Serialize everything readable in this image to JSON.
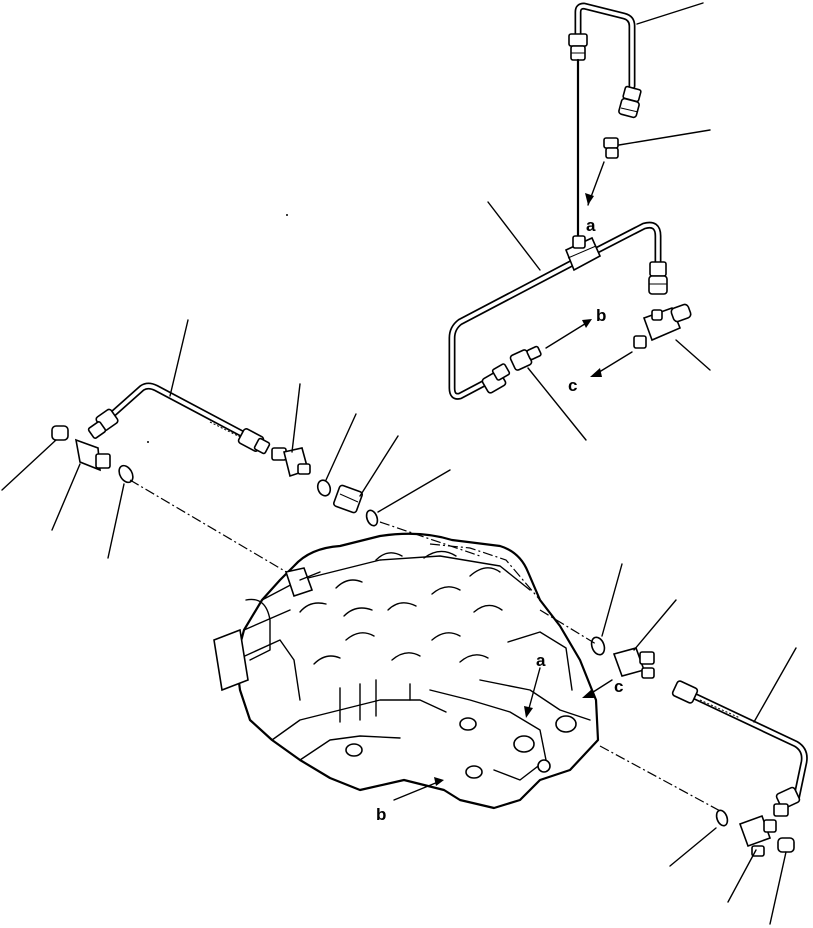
{
  "callout_labels": {
    "a_top": "a",
    "b_top": "b",
    "c_top": "c",
    "a_valve": "a",
    "b_valve": "b",
    "c_valve": "c"
  },
  "components": [
    "upper-pipe-assembly",
    "tee-pipe-assembly",
    "left-pipe-assembly",
    "right-pipe-assembly",
    "control-valve-body",
    "connectors",
    "o-rings",
    "elbows",
    "plugs"
  ]
}
